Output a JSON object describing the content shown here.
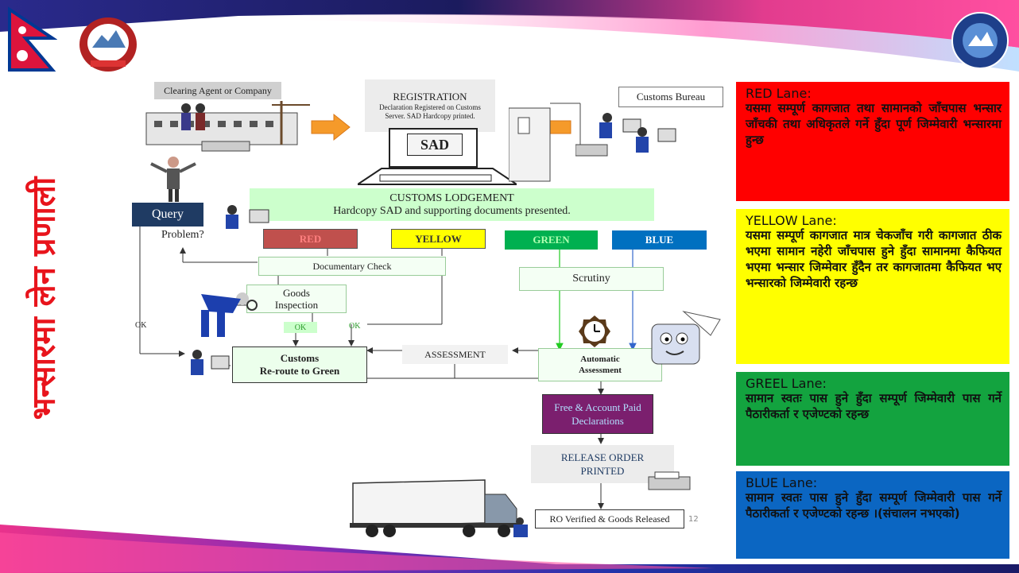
{
  "vertical_title": "भन्सारमा लेन प्रणाली",
  "diagram": {
    "clearing_agent": "Clearing Agent or Company",
    "registration_title": "REGISTRATION",
    "registration_desc": "Declaration Registered on Customs Server. SAD Hardcopy printed.",
    "sad": "SAD",
    "customs_bureau": "Customs Bureau",
    "lodgement_title": "CUSTOMS LODGEMENT",
    "lodgement_desc": "Hardcopy SAD and supporting documents presented.",
    "query": "Query",
    "problem": "Problem?",
    "red": "RED",
    "yellow": "YELLOW",
    "green": "GREEN",
    "blue": "BLUE",
    "documentary_check": "Documentary Check",
    "goods_inspection": "Goods Inspection",
    "scrutiny": "Scrutiny",
    "ok_left": "OK",
    "ok_1": "OK",
    "ok_2": "OK",
    "customs_reroute_1": "Customs",
    "customs_reroute_2": "Re-route to Green",
    "assessment": "ASSESSMENT",
    "automatic_assessment": "Automatic Assessment",
    "free_account": "Free & Account Paid Declarations",
    "release_order": "RELEASE ORDER PRINTED",
    "ro_verified": "RO Verified & Goods Released",
    "page_number": "12"
  },
  "lanes": [
    {
      "title": "RED Lane:",
      "body": "यसमा सम्पूर्ण कागजात तथा सामानको जाँचपास भन्सार जाँचकी तथा अधिकृतले गर्ने हुँदा पूर्ण जिम्मेवारी भन्सारमा हुन्छ",
      "bg": "#ff0000",
      "fg": "#111111"
    },
    {
      "title": "YELLOW Lane:",
      "body": "यसमा सम्पूर्ण कागजात मात्र चेकजाँच गरी कागजात ठीक भएमा सामान नहेरी जाँचपास हुने हुँदा सामानमा कैफियत भएमा भन्सार जिम्मेवार हुँदैन तर कागजातमा कैफियत भए भन्सारको जिम्मेवारी रहन्छ",
      "bg": "#ffff00",
      "fg": "#111111"
    },
    {
      "title": "GREEL Lane:",
      "body": "सामान स्वतः पास हुने हुँदा सम्पूर्ण जिम्मेवारी पास गर्ने पैठारीकर्ता र एजेण्टको रहन्छ",
      "bg": "#13a33f",
      "fg": "#111111"
    },
    {
      "title": "BLUE Lane:",
      "body": "सामान स्वतः पास हुने हुँदा सम्पूर्ण जिम्मेवारी पास गर्ने पैठारीकर्ता र एजेण्टको रहन्छ ।(संचालन नभएको)",
      "bg": "#0b66c2",
      "fg": "#111111"
    }
  ],
  "colors": {
    "red_lane": "#c0504d",
    "yellow_lane": "#ffff00",
    "green_lane": "#00b050",
    "blue_lane": "#0070c0",
    "query": "#1f3b63",
    "free_account": "#7b1f6e",
    "title_red": "#e8141c"
  }
}
